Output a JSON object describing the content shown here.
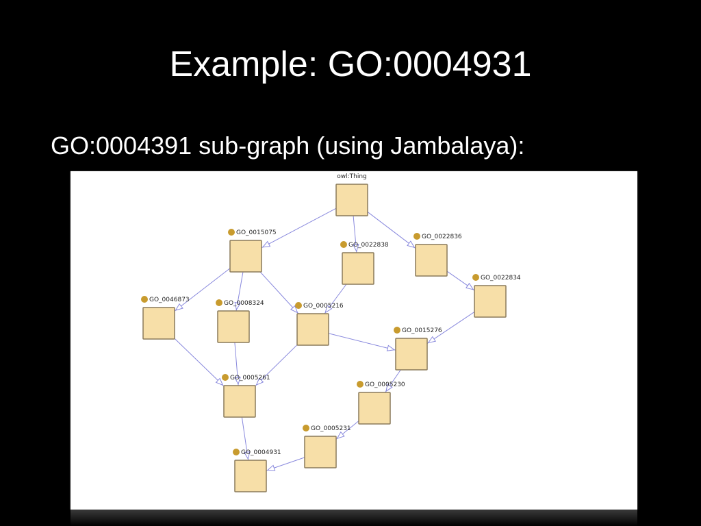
{
  "slide": {
    "title": "Example:  GO:0004931",
    "subtitle": "GO:0004391 sub-graph (using Jambalaya):"
  },
  "colors": {
    "background": "#000000",
    "text": "#ffffff",
    "node_fill": "#f7dfa8",
    "node_stroke": "#8a7a5a",
    "marker": "#c89b2e",
    "edge": "#8888dd"
  },
  "graph": {
    "nodes": [
      {
        "id": "thing",
        "label": "owl:Thing"
      },
      {
        "id": "n15075",
        "label": "GO_0015075"
      },
      {
        "id": "n22838",
        "label": "GO_0022838"
      },
      {
        "id": "n22836",
        "label": "GO_0022836"
      },
      {
        "id": "n22834",
        "label": "GO_0022834"
      },
      {
        "id": "n46873",
        "label": "GO_0046873"
      },
      {
        "id": "n08324",
        "label": "GO_0008324"
      },
      {
        "id": "n05216",
        "label": "GO_0005216"
      },
      {
        "id": "n15276",
        "label": "GO_0015276"
      },
      {
        "id": "n05261",
        "label": "GO_0005261"
      },
      {
        "id": "n05230",
        "label": "GO_0005230"
      },
      {
        "id": "n05231",
        "label": "GO_0005231"
      },
      {
        "id": "n04931",
        "label": "GO_0004931"
      }
    ],
    "edges": [
      [
        "thing",
        "n15075"
      ],
      [
        "thing",
        "n22838"
      ],
      [
        "thing",
        "n22836"
      ],
      [
        "n22836",
        "n22834"
      ],
      [
        "n15075",
        "n46873"
      ],
      [
        "n15075",
        "n08324"
      ],
      [
        "n15075",
        "n05216"
      ],
      [
        "n22838",
        "n05216"
      ],
      [
        "n22834",
        "n15276"
      ],
      [
        "n05216",
        "n15276"
      ],
      [
        "n46873",
        "n05261"
      ],
      [
        "n08324",
        "n05261"
      ],
      [
        "n05216",
        "n05261"
      ],
      [
        "n15276",
        "n05230"
      ],
      [
        "n05230",
        "n05231"
      ],
      [
        "n05261",
        "n04931"
      ],
      [
        "n05231",
        "n04931"
      ]
    ]
  }
}
